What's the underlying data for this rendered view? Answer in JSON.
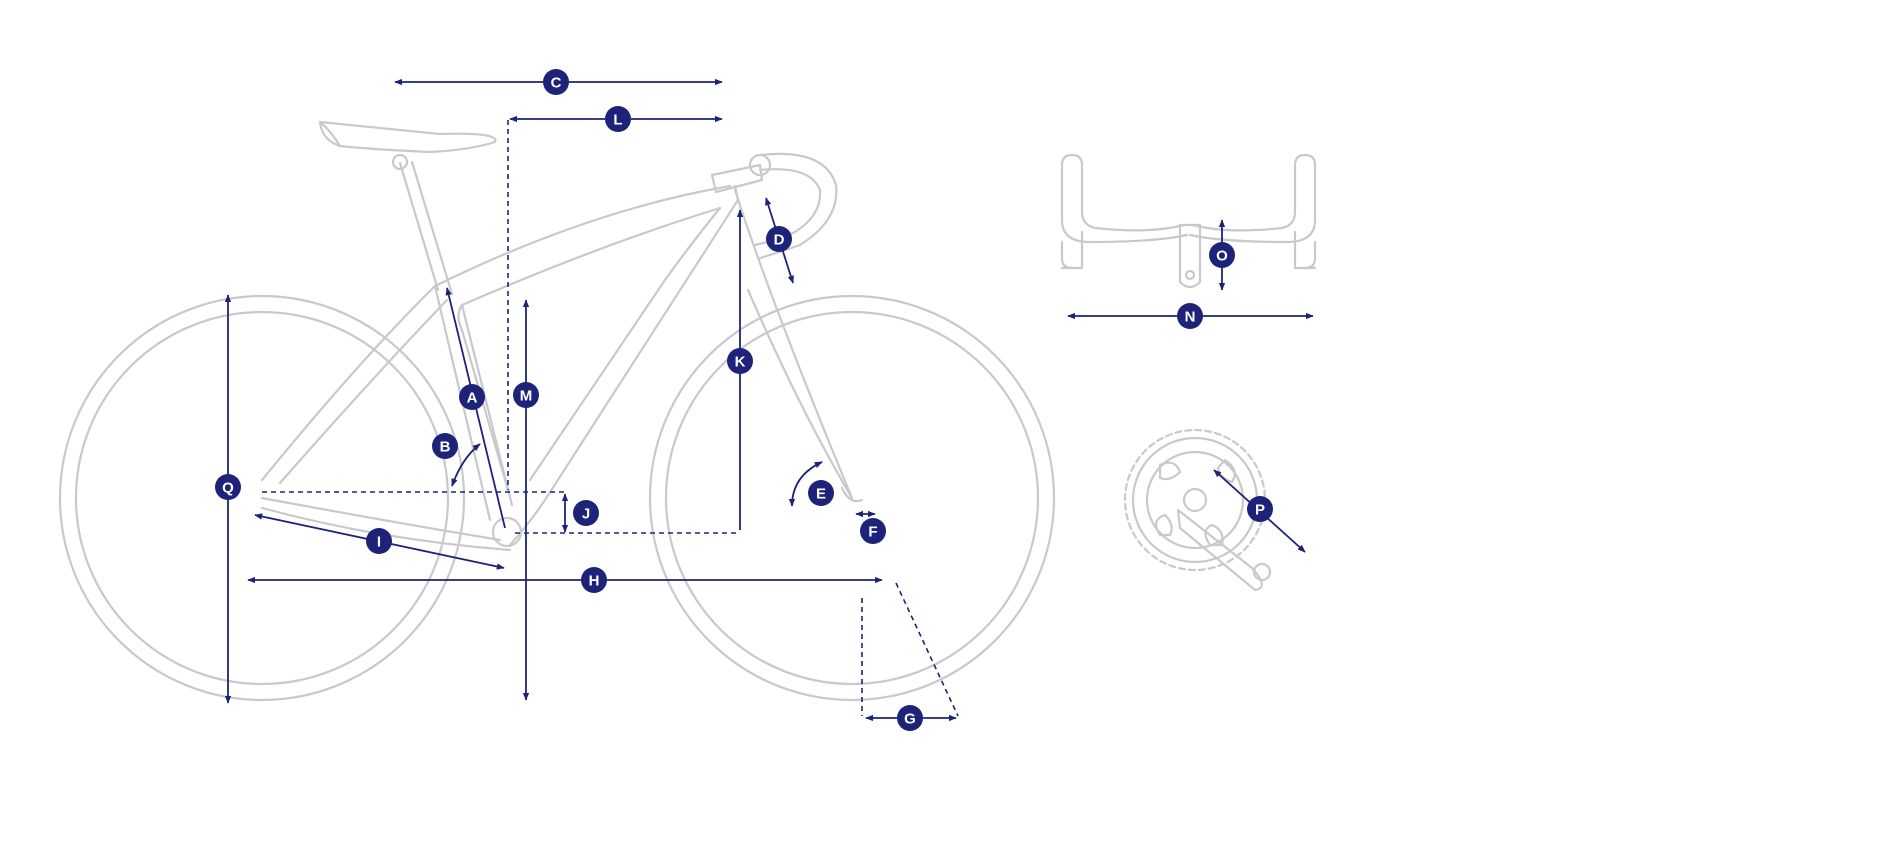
{
  "colors": {
    "accent": "#1d2378",
    "outline": "#c9c9cc",
    "background": "#ffffff"
  },
  "labels": {
    "A": "A",
    "B": "B",
    "C": "C",
    "D": "D",
    "E": "E",
    "F": "F",
    "G": "G",
    "H": "H",
    "I": "I",
    "J": "J",
    "K": "K",
    "L": "L",
    "M": "M",
    "N": "N",
    "O": "O",
    "P": "P",
    "Q": "Q"
  }
}
